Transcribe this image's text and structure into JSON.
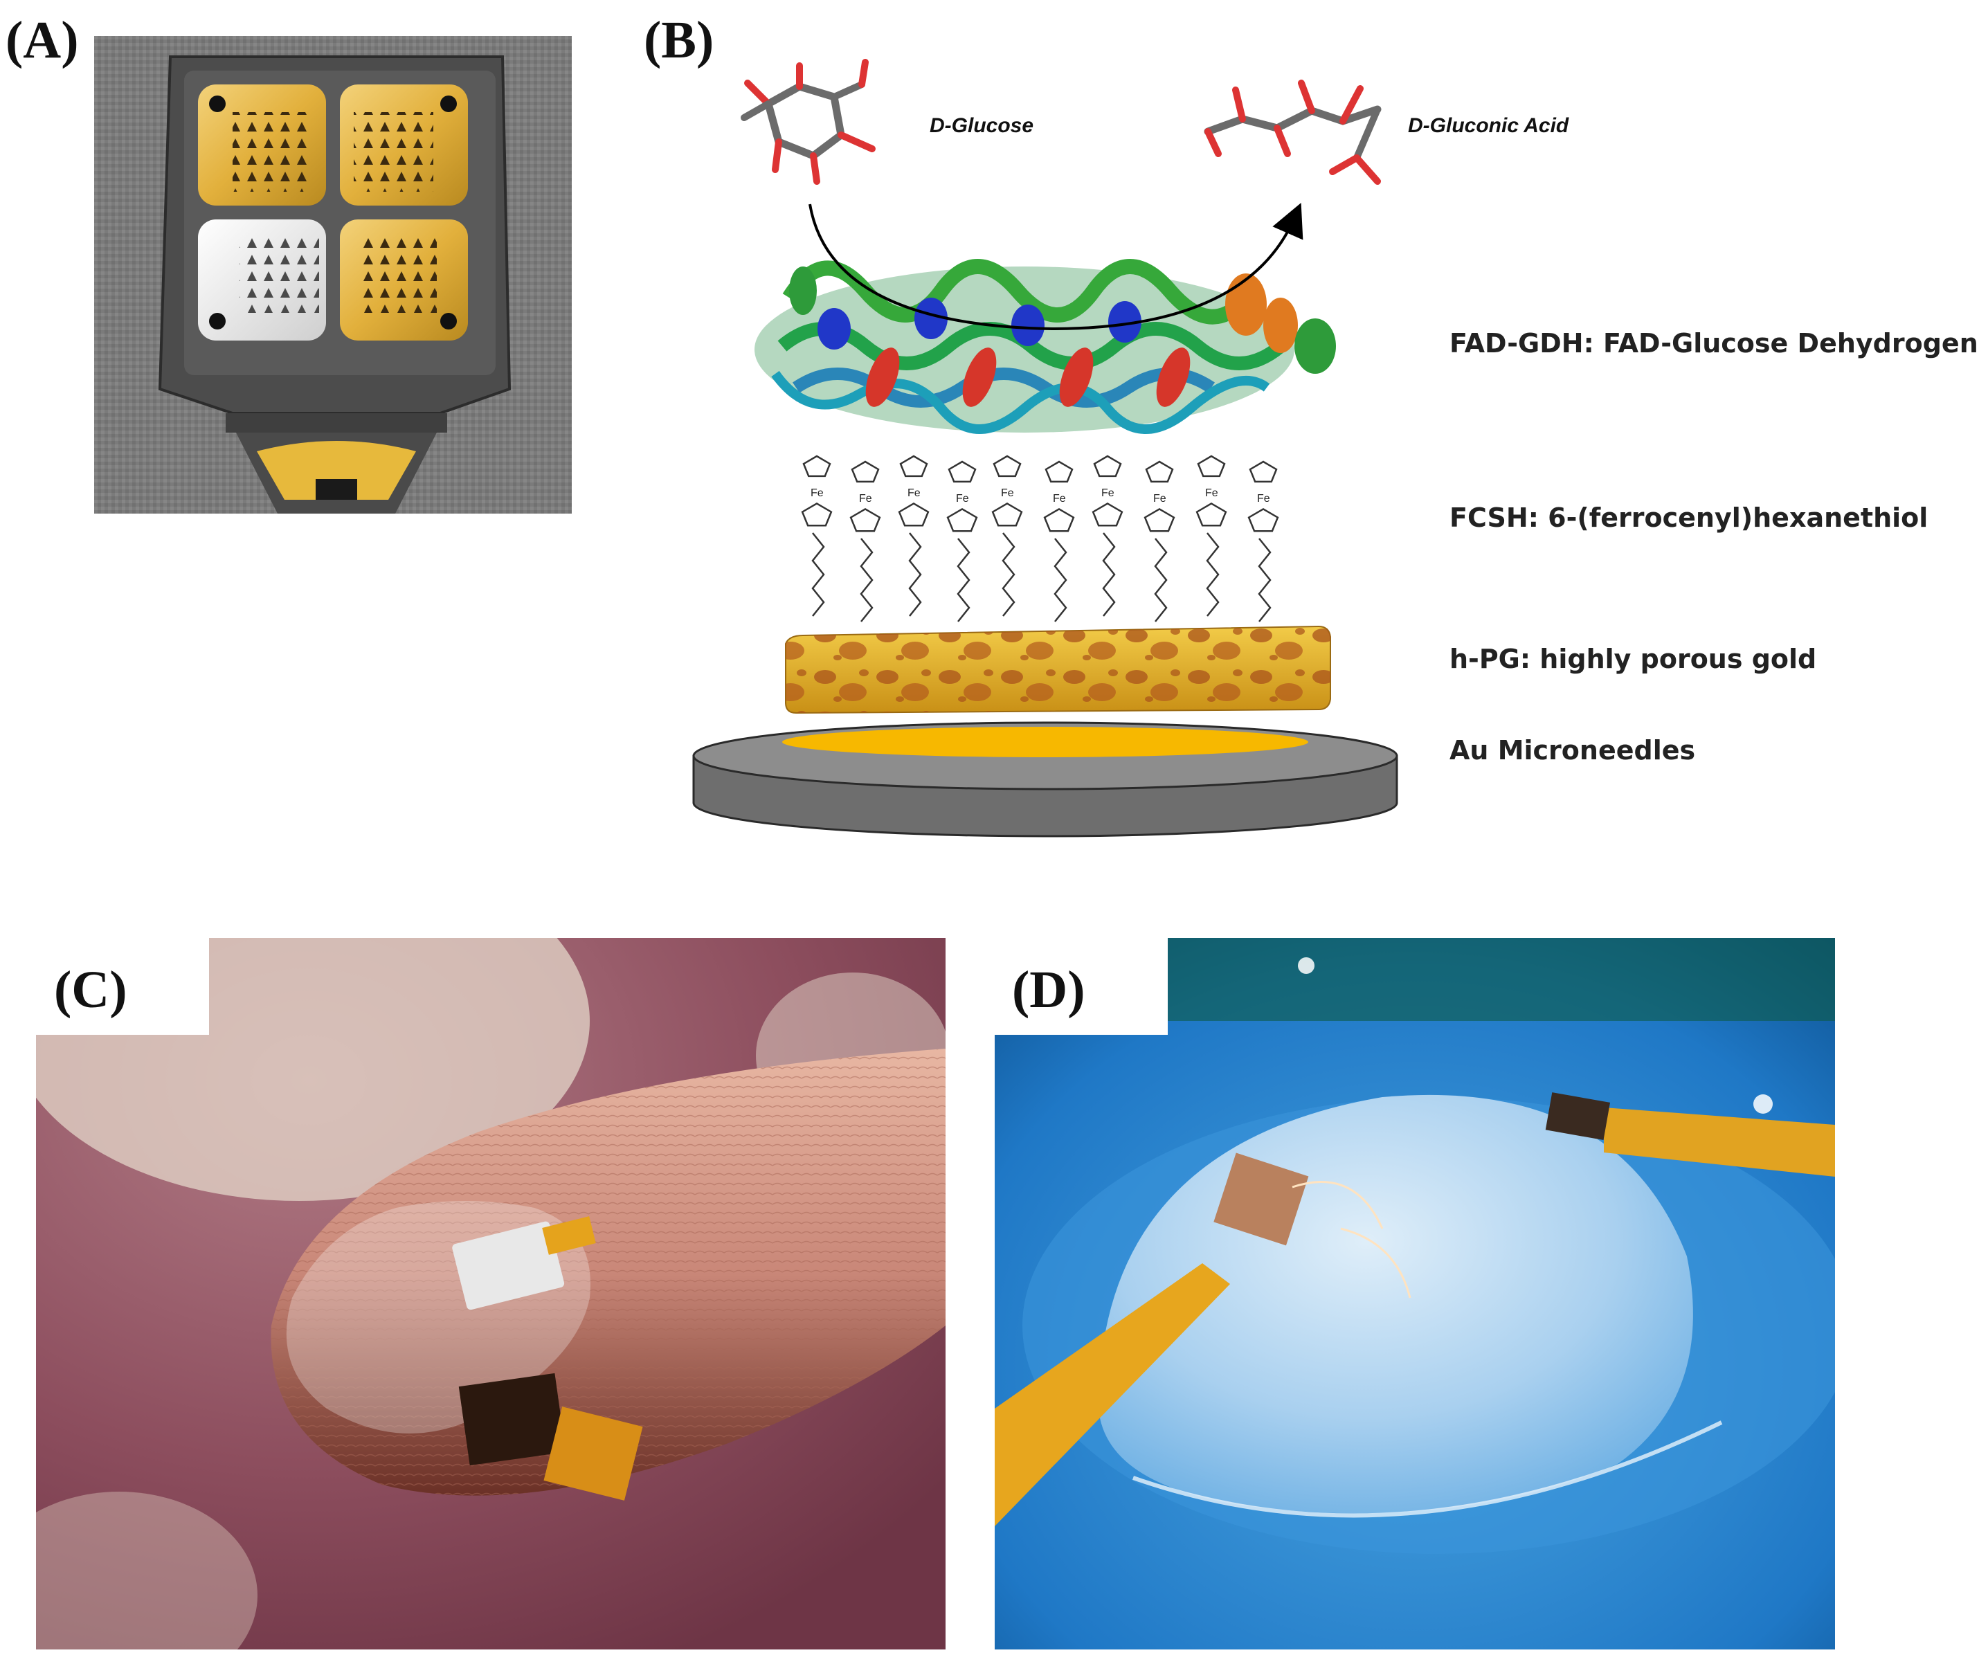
{
  "panels": {
    "a": {
      "label": "(A)"
    },
    "b": {
      "label": "(B)"
    },
    "c": {
      "label": "(C)"
    },
    "d": {
      "label": "(D)"
    }
  },
  "reaction": {
    "substrate": "D-Glucose",
    "product": "D-Gluconic Acid"
  },
  "layers": [
    {
      "label": "FAD-GDH: FAD-Glucose Dehydrogenase"
    },
    {
      "label": "FCSH: 6-(ferrocenyl)hexanethiol"
    },
    {
      "label": "h-PG: highly porous gold"
    },
    {
      "label": "Au Microneedles"
    }
  ],
  "ferrocene_label": "Fe",
  "colors": {
    "gold": "#e9b83a",
    "platinum": "#e4e4e4",
    "chip_gray": "#5a5a5a",
    "porous_gold": "#e8b428",
    "gel_blue": "#2f8fd6",
    "finger": "#c98778"
  }
}
